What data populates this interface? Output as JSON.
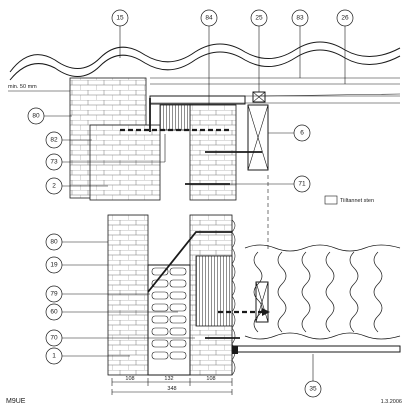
{
  "drawing": {
    "code": "M9UE",
    "date": "1.3.2006",
    "min_label": "min. 50 mm",
    "note_label": "Tiiltannet sten",
    "dimensions": {
      "part1": "108",
      "part2": "132",
      "part3": "108",
      "total": "348"
    },
    "callouts_top": [
      "15",
      "84",
      "25",
      "83",
      "26"
    ],
    "callouts_left": [
      "80",
      "82",
      "73",
      "2",
      "80",
      "19",
      "79",
      "60",
      "70",
      "1"
    ],
    "callouts_right": [
      "6",
      "71"
    ],
    "callouts_bottom": [
      "35"
    ]
  }
}
